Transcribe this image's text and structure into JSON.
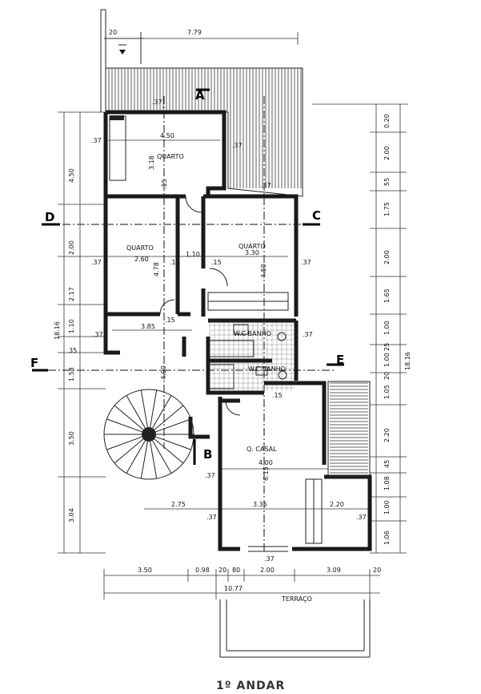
{
  "title": "1º ANDAR",
  "sections": {
    "a": "A",
    "b": "B",
    "c": "C",
    "d": "D",
    "e": "E",
    "f": "F"
  },
  "rooms": {
    "quarto_top": "QUARTO",
    "quarto_left": "QUARTO",
    "quarto_right": "QUARTO",
    "wc_banho_1": "W.C BANHO",
    "wc_banho_2": "W.C BANHO",
    "casal": "Q. CASAL",
    "terraco": "TERRAÇO"
  },
  "dimensions": {
    "top_20": "20",
    "top_779": "7.79",
    "r_450": "4.50",
    "r_318": "3.18",
    "r_260": "2.60",
    "r_478": "4.78",
    "r_110": "1.10",
    "r_330": "3.30",
    "r_450b": "4.50",
    "r_385": "3.85",
    "r_490": "4.90",
    "r_400": "4.00",
    "r_615": "6.15",
    "r_275": "2.75",
    "r_335": "3.35",
    "r_220": "2.20",
    "w37_a": ".37",
    "w37_b": ".37",
    "w37_c": ".37",
    "w37_d": ".37",
    "w37_e": ".37",
    "w37_f": ".37",
    "w37_g": ".37",
    "w37_h": ".37",
    "w37_i": ".37",
    "w37_j": ".37",
    "w37_k": ".37",
    "w37_l": ".37",
    "w15_a": ".15",
    "w15_b": ".15",
    "w15_c": ".15",
    "w15_d": ".15",
    "w15_e": ".15",
    "left_450": "4.50",
    "left_200": "2.00",
    "left_217": "2.17",
    "left_110": "1.10",
    "left_35": "35",
    "left_158": "1.58",
    "left_350": "3.50",
    "left_304": "3.04",
    "left_1816": "18.16",
    "right_020": "0.20",
    "right_200": "2.00",
    "right_55": "55",
    "right_175": "1.75",
    "right_200b": "2.00",
    "right_165": "1.65",
    "right_100": "1.00",
    "right_25": "25",
    "right_100b": "1.00",
    "right_20": "20",
    "right_105": "1.05",
    "right_220": "2.20",
    "right_45": "45",
    "right_108": "1.08",
    "right_100c": "1.00",
    "right_106": "1.06",
    "right_1816": "18.16",
    "bot_350": "3.50",
    "bot_098": "0.98",
    "bot_20a": "20",
    "bot_80": "80",
    "bot_200": "2.00",
    "bot_309": "3.09",
    "bot_20b": "20",
    "bot_1077": "10.77"
  }
}
